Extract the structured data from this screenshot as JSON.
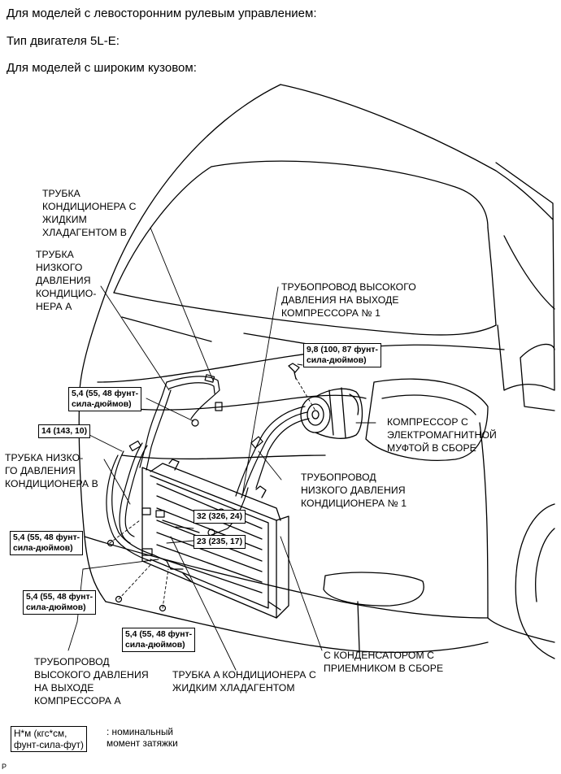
{
  "header": {
    "line1": "Для моделей с левосторонним рулевым управлением:",
    "line2": "Тип двигателя 5L-E:",
    "line3": "Для моделей с широким кузовом:"
  },
  "labels": {
    "tube_b": "ТРУБКА\nКОНДИЦИОНЕРА С\nЖИДКИМ\nХЛАДАГЕНТОМ B",
    "low_pressure_a": "ТРУБКА\nНИЗКОГО\nДАВЛЕНИЯ\nКОНДИЦИО-\nНЕРА A",
    "discharge_1": "ТРУБОПРОВОД ВЫСОКОГО\nДАВЛЕНИЯ НА ВЫХОДЕ\nКОМПРЕССОРА № 1",
    "compressor": "КОМПРЕССОР С\nЭЛЕКТРОМАГНИТНОЙ\nМУФТОЙ В СБОРЕ",
    "suction_1": "ТРУБОПРОВОД\nНИЗКОГО ДАВЛЕНИЯ\nКОНДИЦИОНЕРА № 1",
    "low_pressure_b": "ТРУБКА НИЗКО-\nГО ДАВЛЕНИЯ\nКОНДИЦИОНЕРА B",
    "discharge_a": "ТРУБОПРОВОД\nВЫСОКОГО ДАВЛЕНИЯ\nНА ВЫХОДЕ\nКОМПРЕССОРА A",
    "tube_a": "ТРУБКА A КОНДИЦИОНЕРА С\nЖИДКИМ ХЛАДАГЕНТОМ",
    "condenser": "С КОНДЕНСАТОРОМ С\nПРИЕМНИКОМ В СБОРЕ"
  },
  "torques": {
    "t_compressor": "9,8 (100, 87 фунт-\nсила-дюймов)",
    "t_upper": "5,4 (55, 48 фунт-\nсила-дюймов)",
    "t_14": "14 (143, 10)",
    "t_32": "32 (326, 24)",
    "t_23": "23 (235, 17)",
    "t_left": "5,4 (55, 48 фунт-\nсила-дюймов)",
    "t_lower_left": "5,4 (55, 48 фунт-\nсила-дюймов)",
    "t_bottom": "5,4 (55, 48 фунт-\nсила-дюймов)"
  },
  "legend": {
    "units": "Н*м (кгс*см,\nфунт-сила-фут)",
    "meaning": ": номинальный\nмомент затяжки"
  },
  "corner_mark": "P"
}
